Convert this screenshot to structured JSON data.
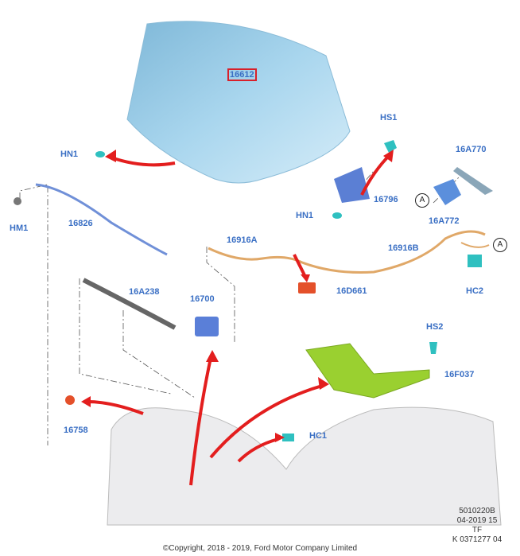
{
  "diagram": {
    "parts": [
      {
        "id": "16612",
        "highlighted": true
      },
      {
        "id": "HN1"
      },
      {
        "id": "HS1"
      },
      {
        "id": "16A770"
      },
      {
        "id": "16796"
      },
      {
        "id": "16A772"
      },
      {
        "id": "HN1"
      },
      {
        "id": "HM1"
      },
      {
        "id": "16826"
      },
      {
        "id": "16916A"
      },
      {
        "id": "16916B"
      },
      {
        "id": "HC2"
      },
      {
        "id": "16D661"
      },
      {
        "id": "16A238"
      },
      {
        "id": "16700"
      },
      {
        "id": "HS2"
      },
      {
        "id": "16F037"
      },
      {
        "id": "16758"
      },
      {
        "id": "HC1"
      }
    ],
    "connector_ref": "A",
    "meta_lines": [
      "5010220B",
      "04-2019 15",
      "TF",
      "K 0371277 04"
    ],
    "copyright": "©Copyright, 2018 - 2019, Ford Motor Company Limited"
  },
  "colors": {
    "label": "#3a6fc4",
    "arrow": "#e31e1e",
    "hood": "#9fd0ea",
    "highlight_box": "#d8202a"
  }
}
